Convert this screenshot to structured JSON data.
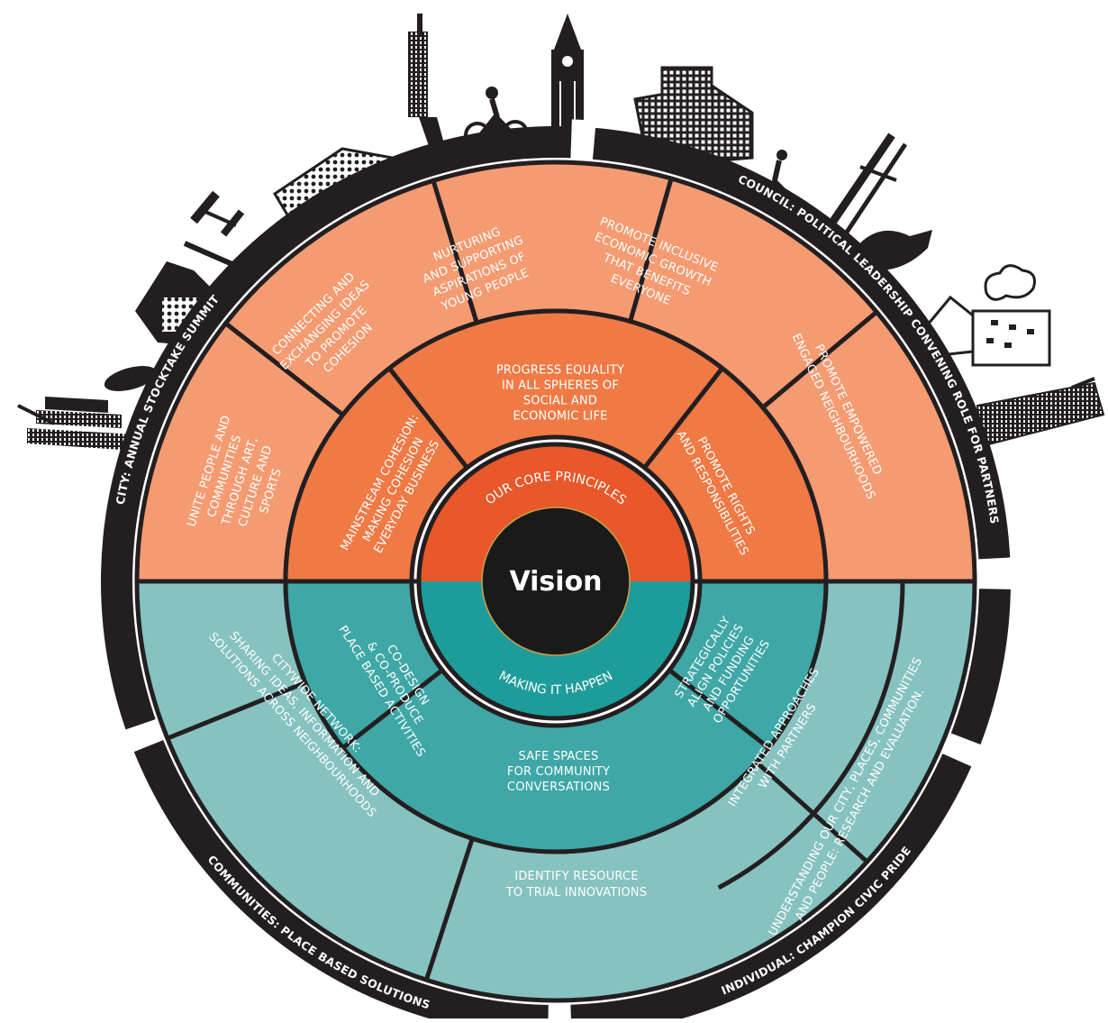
{
  "center": {
    "title": "Vision"
  },
  "core_ring": {
    "top_label": "OUR CORE PRINCIPLES",
    "bottom_label": "MAKING IT HAPPEN"
  },
  "inner_ring_top": [
    {
      "id": "mainstream",
      "lines": [
        "MAINSTREAM COHESION:",
        "MAKING COHESION",
        "EVERYDAY BUSINESS"
      ]
    },
    {
      "id": "equality",
      "lines": [
        "PROGRESS EQUALITY",
        "IN ALL SPHERES OF",
        "SOCIAL AND",
        "ECONOMIC LIFE"
      ]
    },
    {
      "id": "rights",
      "lines": [
        "PROMOTE RIGHTS",
        "AND RESPONSIBILITIES"
      ]
    }
  ],
  "inner_ring_bottom": [
    {
      "id": "codesign",
      "lines": [
        "CO-DESIGN",
        "& CO-PRODUCE",
        "PLACE BASED ACTIVITIES"
      ]
    },
    {
      "id": "safe-spaces",
      "lines": [
        "SAFE SPACES",
        "FOR  COMMUNITY",
        "CONVERSATIONS"
      ]
    },
    {
      "id": "align",
      "lines": [
        "STRATEGICALLY",
        "ALIGN POLICIES",
        "AND FUNDING",
        "OPPORTUNITIES"
      ]
    }
  ],
  "outer_ring_top": [
    {
      "id": "unite",
      "lines": [
        "UNITE PEOPLE AND",
        "COMMUNITIES",
        "THROUGH ART,",
        "CULTURE AND",
        "SPORTS"
      ]
    },
    {
      "id": "connecting",
      "lines": [
        "CONNECTING AND",
        "EXCHANGING IDEAS",
        "TO PROMOTE",
        "COHESION"
      ]
    },
    {
      "id": "nurturing",
      "lines": [
        "NURTURING",
        "AND SUPPORTING",
        "ASPIRATIONS OF",
        "YOUNG PEOPLE"
      ]
    },
    {
      "id": "inclusive-growth",
      "lines": [
        "PROMOTE INCLUSIVE",
        "ECONOMIC GROWTH",
        "THAT BENEFITS",
        "EVERYONE"
      ]
    },
    {
      "id": "empowered",
      "lines": [
        "PROMOTE EMPOWERED",
        "ENGAGED NEIGHBOURHOODS"
      ]
    }
  ],
  "outer_ring_bottom": [
    {
      "id": "citywide",
      "lines": [
        "CITYWIDE NETWORK:",
        "SHARING IDEAS, INFORMATION AND",
        "SOLUTIONS ACROSS NEIGHBOURHOODS"
      ]
    },
    {
      "id": "identify",
      "lines": [
        "IDENTIFY RESOURCE",
        "TO TRIAL INNOVATIONS"
      ]
    },
    {
      "id": "integrated",
      "lines": [
        "INTEGRATED APPROACHES",
        "WITH PARTNERS"
      ]
    },
    {
      "id": "understanding",
      "lines": [
        "UNDERSTANDING OUR CITY, PLACES, COMMUNITIES",
        "AND PEOPLE: RESEARCH AND EVALUATION."
      ]
    }
  ],
  "rim_labels": {
    "city": "CITY:  ANNUAL STOCKTAKE SUMMIT",
    "council": "COUNCIL: POLITICAL LEADERSHIP CONVENING ROLE FOR PARTNERS",
    "communities": "COMMUNITIES: PLACE BASED SOLUTIONS",
    "individual": "INDIVIDUAL: CHAMPION CIVIC PRIDE"
  },
  "skyline_icons": [
    "tower-icon",
    "tree-icon",
    "building-icon",
    "lamppost-icon",
    "hex-building-icon",
    "telecom-tower-icon",
    "cyclist-icon",
    "clock-tower-icon",
    "library-icon",
    "runner-icon",
    "pylon-icon",
    "bull-icon",
    "houses-icon",
    "cloud-icon",
    "tall-building-icon"
  ],
  "colors": {
    "rim": "#231f20",
    "outer_orange": "#f59b72",
    "mid_orange": "#ef7a45",
    "core_orange": "#e8582a",
    "outer_teal": "#86c2c0",
    "mid_teal": "#3fa7a6",
    "core_teal": "#1e9c9a",
    "center": "#1a1a1a"
  }
}
